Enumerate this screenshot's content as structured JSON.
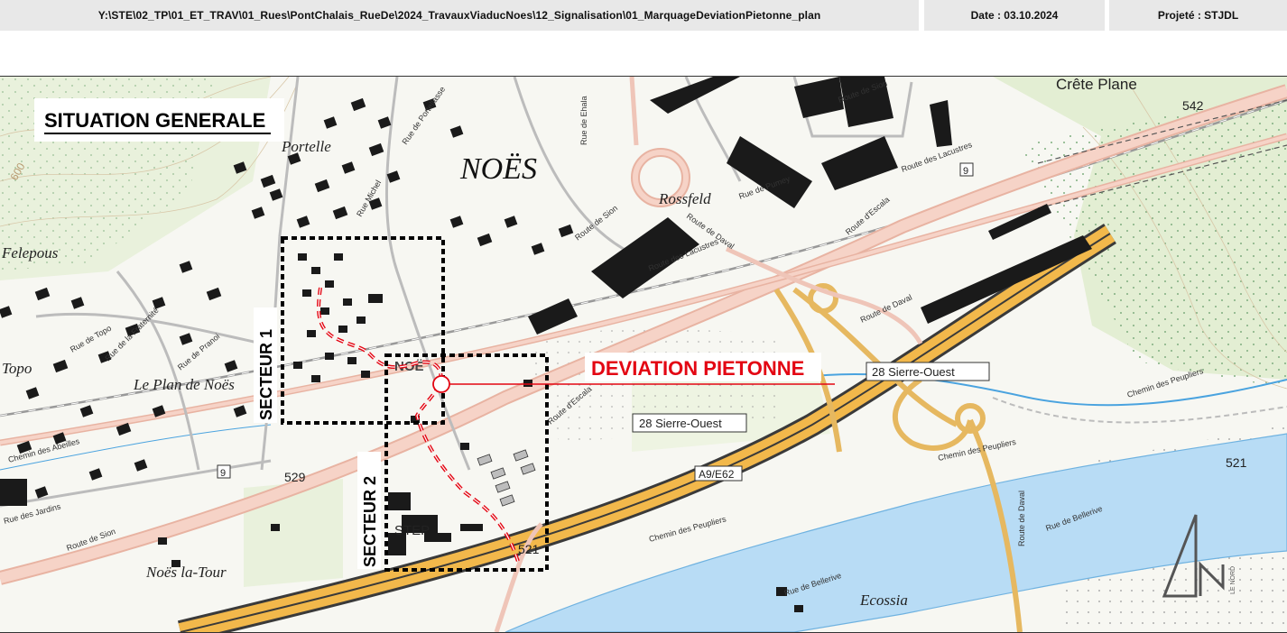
{
  "header": {
    "path": "Y:\\STE\\02_TP\\01_ET_TRAV\\01_Rues\\PontChalais_RueDe\\2024_TravauxViaducNoes\\12_Signalisation\\01_MarquageDeviationPietonne_plan",
    "date": "Date : 03.10.2024",
    "project": "Projeté : STJDL"
  },
  "map": {
    "title": "SITUATION GENERALE",
    "town": "NOËS",
    "deviation_label": "DEVIATION PIETONNE",
    "sectors": [
      "SECTEUR 1",
      "SECTEUR 2"
    ],
    "places": {
      "portelle": "Portelle",
      "rossfeld": "Rossfeld",
      "felepous": "Felepous",
      "topo": "Topo",
      "plan_de_noes": "Le Plan de Noës",
      "noes_la_tour": "Noës la-Tour",
      "ecossia": "Ecossia",
      "crete_plane": "Crête Plane",
      "step": "STEP",
      "noes_partial": "NOË"
    },
    "exit_signs": [
      "28 Sierre-Ouest",
      "28 Sierre-Ouest"
    ],
    "highway": "A9/E62",
    "road_numbers": [
      "9",
      "9"
    ],
    "elevations": [
      "542",
      "529",
      "521",
      "521",
      "600"
    ],
    "streets": [
      "Route de Sion",
      "Route de Sion",
      "Route de Sion",
      "Route d'Escala",
      "Route d'Escala",
      "Route de Daval",
      "Route de Daval",
      "Route des Lacustres",
      "Route des Lacustres",
      "Chemin des Peupliers",
      "Chemin des Peupliers",
      "Chemin des Peupliers",
      "Chemin des Abeilles",
      "Rue des Jardins",
      "Rue de la Fraternité",
      "Rue de Topo",
      "Rue de Pranoi",
      "Rue Michel",
      "Rue de Bellerive",
      "Rue de Bellerive",
      "Route de Daval",
      "Rue de Ehala",
      "Rue de Pumey",
      "Rue de Portellasse"
    ],
    "north_label": "LE NORD",
    "colors": {
      "deviation": "#e30613",
      "sector_frame": "#000000",
      "water": "#b8dcf5",
      "highway": "#f2b84b",
      "road_main": "#f0b8a8"
    }
  }
}
